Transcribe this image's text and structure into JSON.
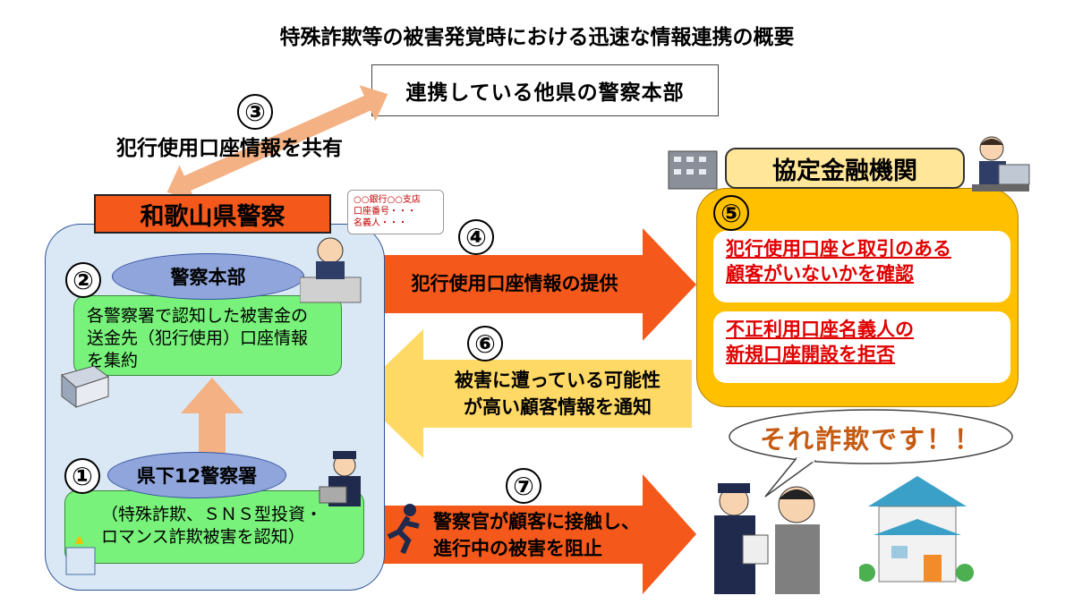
{
  "title": "特殊詐欺等の被害発覚時における迅速な情報連携の概要",
  "other_hq": "連携している他県の警察本部",
  "step3": {
    "number": "③",
    "label": "犯行使用口座情報を共有"
  },
  "police": {
    "title": "和歌山県警察",
    "card_lines": [
      "○○銀行○○支店",
      "口座番号・・・",
      "名義人・・・"
    ],
    "hq": {
      "number": "②",
      "label": "警察本部",
      "desc": [
        "各警察署で認知した被害金の",
        "送金先（犯行使用）口座情報",
        "を集約"
      ]
    },
    "stations": {
      "number": "①",
      "label": "県下12警察署",
      "desc": [
        "（特殊詐欺、ＳＮＳ型投資・",
        "ロマンス詐欺被害を認知）"
      ]
    }
  },
  "step4": {
    "number": "④",
    "label": "犯行使用口座情報の提供"
  },
  "step6": {
    "number": "⑥",
    "lines": [
      "被害に遭っている可能性",
      "が高い顧客情報を通知"
    ]
  },
  "step7": {
    "number": "⑦",
    "lines": [
      "警察官が顧客に接触し、",
      "進行中の被害を阻止"
    ]
  },
  "financial": {
    "title": "協定金融機関",
    "number": "⑤",
    "box1": [
      "犯行使用口座と取引のある",
      "顧客がいないかを確認"
    ],
    "box2": [
      "不正利用口座名義人の",
      "新規口座開設を拒否"
    ]
  },
  "bubble": "それ詐欺です！！",
  "colors": {
    "orange_arrow": "#f4581a",
    "yellow_arrow": "#ffd966",
    "light_arrow": "#f4b183",
    "green": "#78f27a",
    "gold": "#ffc000"
  }
}
